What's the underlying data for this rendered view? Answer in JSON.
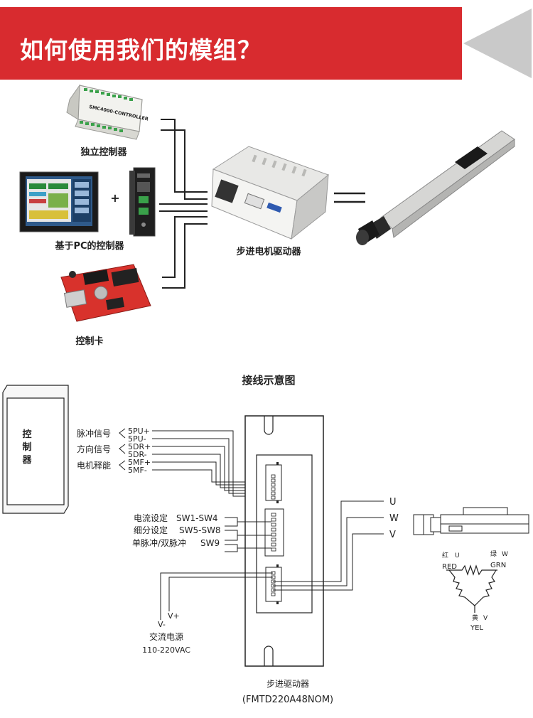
{
  "header": {
    "title": "如何使用我们的模组？",
    "colors": {
      "banner": "#d82b2f",
      "banner_text": "#ffffff",
      "arrow_gray": "#c9c9c9"
    }
  },
  "top_section": {
    "standalone_controller_label": "独立控制器",
    "standalone_controller_board_text": "SMC4000-CONTROLLER",
    "pc_controller_label": "基于PC的控制器",
    "plus_sign": "+",
    "control_card_label": "控制卡",
    "driver_label": "步进电机驱动器"
  },
  "wiring": {
    "title": "接线示意图",
    "controller_label": "控制器",
    "signals": [
      {
        "name": "脉冲信号",
        "pins": [
          "5PU+",
          "5PU-"
        ]
      },
      {
        "name": "方向信号",
        "pins": [
          "5DR+",
          "5DR-"
        ]
      },
      {
        "name": "电机释能",
        "pins": [
          "5MF+",
          "5MF-"
        ]
      }
    ],
    "switches": [
      {
        "name": "电流设定",
        "value": "SW1-SW4"
      },
      {
        "name": "细分设定",
        "value": "SW5-SW8"
      },
      {
        "name": "单脉冲/双脉冲",
        "value": "SW9"
      }
    ],
    "power": {
      "v_minus": "V-",
      "v_plus": "V+",
      "label": "交流电源",
      "range": "110-220VAC"
    },
    "motor_outputs": [
      "U",
      "W",
      "V"
    ],
    "phases": {
      "red_cn": "红",
      "red_letter": "U",
      "red_en": "RED",
      "green_cn": "绿",
      "green_letter": "W",
      "green_en": "GRN",
      "yellow_cn": "黄",
      "yellow_letter": "V",
      "yellow_en": "YEL"
    },
    "driver_label": "步进驱动器",
    "driver_model": "(FMTD220A48NOM)"
  }
}
